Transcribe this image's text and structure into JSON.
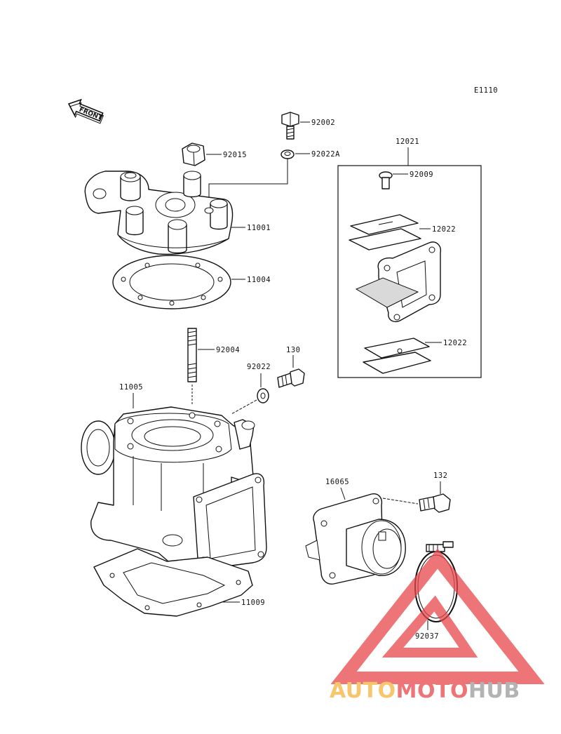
{
  "diagram_code": "E1110",
  "front_label": "FRONT",
  "parts": {
    "p92002": "92002",
    "p92015": "92015",
    "p92022A": "92022A",
    "p12021": "12021",
    "p92009": "92009",
    "p12022_top": "12022",
    "p11001": "11001",
    "p11004": "11004",
    "p12022_bottom": "12022",
    "p92004": "92004",
    "p130": "130",
    "p92022": "92022",
    "p11005": "11005",
    "p16065": "16065",
    "p132": "132",
    "p11009": "11009",
    "p92037": "92037"
  },
  "watermark": {
    "part1": "AUTO",
    "part2": "MOTO",
    "part3": "HUB",
    "colors": {
      "auto": "#f3b23c",
      "moto": "#e8464a",
      "hub": "#9a9a9a",
      "triangle": "#e8464a"
    }
  }
}
